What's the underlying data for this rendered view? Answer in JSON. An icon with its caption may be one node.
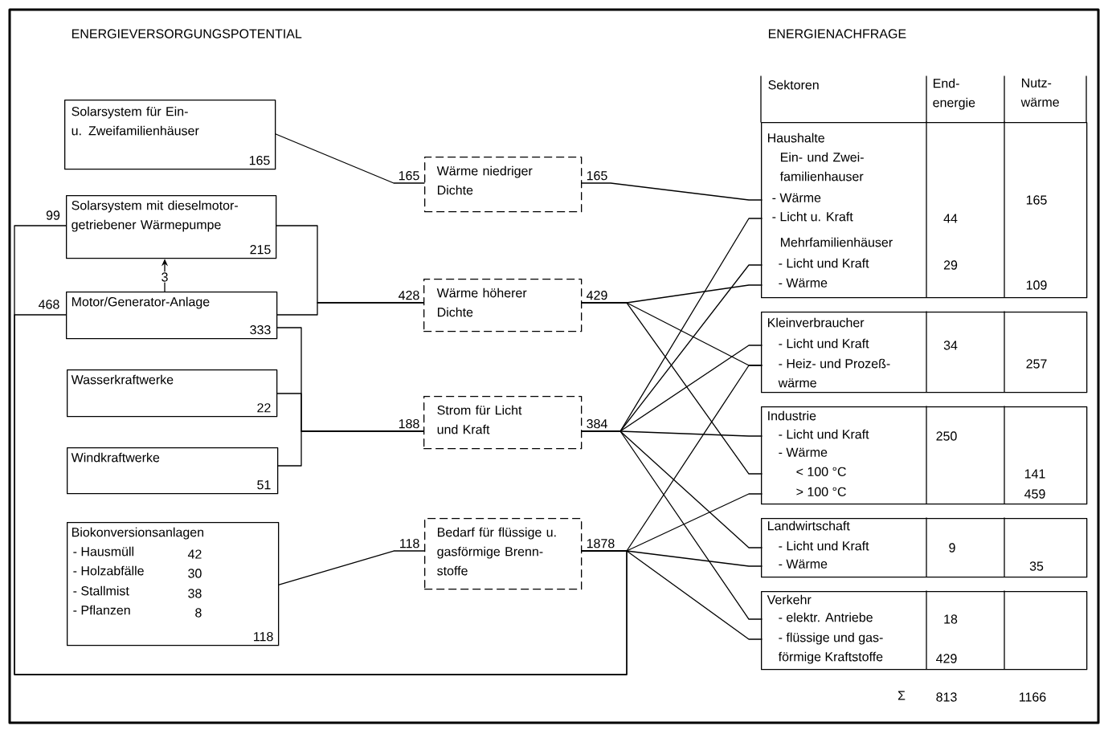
{
  "diagram": {
    "nodes": [
      {
        "text": [
          "Solarsystem für Ein- u. Zweifamilienhäuser",
          "165"
        ]
      },
      {
        "text": [
          "Solarsystem mit dieselmotor- getriebener Wärmepumpe",
          "215"
        ]
      },
      {
        "text": [
          "Motor/Generator-Anlage",
          "333"
        ]
      },
      {
        "text": [
          "Wasserkraftwerke",
          "22"
        ]
      },
      {
        "text": [
          "Windkraftwerke",
          "51"
        ]
      },
      {
        "text": [
          "Biokonversionsanlagen",
          "- Hausmüll",
          "42",
          "- Holzabfälle",
          "30",
          "- Stallmist",
          "38",
          "- Pflanzen",
          "8",
          "118"
        ]
      },
      {
        "text": [
          "Wärme niedriger Dichte"
        ],
        "beside": [
          "165",
          "165"
        ]
      },
      {
        "text": [
          "Wärme höherer Dichte"
        ],
        "beside": [
          "428",
          "429"
        ]
      },
      {
        "text": [
          "Strom für Licht und Kraft"
        ],
        "beside": [
          "188",
          "384"
        ]
      },
      {
        "text": [
          "Bedarf für flüssige u. gasförmige Brenn- stoffe"
        ],
        "beside": [
          "118",
          "1878"
        ]
      },
      {
        "text": [
          "Haushalte",
          "Ein- und Zwei- familienhauser",
          "Mehrfamilienhäuser"
        ]
      },
      {
        "text": [
          "- Wärme"
        ],
        "in": 10
      },
      {
        "text": [
          "- Licht u. Kraft"
        ],
        "in": 10
      },
      {
        "text": [
          "- Licht und Kraft"
        ],
        "in": 10
      },
      {
        "text": [
          "- Wärme"
        ],
        "in": 10
      },
      {
        "text": [
          "Kleinverbraucher"
        ]
      },
      {
        "text": [
          "- Licht und Kraft"
        ],
        "in": 15
      },
      {
        "text": [
          "- Heiz- und Prozeß- wärme"
        ],
        "in": 15
      },
      {
        "text": [
          "Industrie",
          "- Wärme"
        ]
      },
      {
        "text": [
          "- Licht und Kraft"
        ],
        "in": 18
      },
      {
        "text": [
          "< 100 °C"
        ],
        "in": 18
      },
      {
        "text": [
          "> 100 °C"
        ],
        "in": 18
      },
      {
        "text": [
          "Landwirtschaft"
        ]
      },
      {
        "text": [
          "- Licht und Kraft"
        ],
        "in": 22
      },
      {
        "text": [
          "- Wärme"
        ],
        "in": 22
      },
      {
        "text": [
          "Verkehr"
        ]
      },
      {
        "text": [
          "- elektr. Antriebe"
        ],
        "in": 25
      },
      {
        "text": [
          "- flüssige und gas- förmige Kraftstoffe"
        ],
        "in": 25
      }
    ],
    "edges": [
      {
        "from": 0,
        "to": 6,
        "arrow": "none"
      },
      {
        "from": 1,
        "to": 7,
        "arrow": "none"
      },
      {
        "from": 2,
        "to": 7,
        "arrow": "none"
      },
      {
        "from": 2,
        "to": 1,
        "arrow": "to",
        "label": "3"
      },
      {
        "from": 2,
        "to": 8,
        "arrow": "none"
      },
      {
        "from": 3,
        "to": 8,
        "arrow": "none"
      },
      {
        "from": 4,
        "to": 8,
        "arrow": "none"
      },
      {
        "from": 5,
        "to": 9,
        "arrow": "none"
      },
      {
        "from": 6,
        "to": 11,
        "arrow": "none"
      },
      {
        "from": 7,
        "to": 14,
        "arrow": "none"
      },
      {
        "from": 7,
        "to": 17,
        "arrow": "none"
      },
      {
        "from": 7,
        "to": 20,
        "arrow": "none"
      },
      {
        "from": 8,
        "to": 12,
        "arrow": "none"
      },
      {
        "from": 8,
        "to": 13,
        "arrow": "none"
      },
      {
        "from": 8,
        "to": 16,
        "arrow": "none"
      },
      {
        "from": 8,
        "to": 19,
        "arrow": "none"
      },
      {
        "from": 8,
        "to": 23,
        "arrow": "none"
      },
      {
        "from": 8,
        "to": 26,
        "arrow": "none"
      },
      {
        "from": 9,
        "to": 17,
        "arrow": "none"
      },
      {
        "from": 9,
        "to": 21,
        "arrow": "none"
      },
      {
        "from": 9,
        "to": 24,
        "arrow": "none"
      },
      {
        "from": 9,
        "to": 27,
        "arrow": "none"
      },
      {
        "from": 9,
        "to": 2,
        "arrow": "none",
        "label": "468"
      },
      {
        "from": 9,
        "to": 1,
        "arrow": "none",
        "label": "99"
      }
    ],
    "labels": [
      "ENERGIEVERSORGUNGSPOTENTIAL",
      "ENERGIENACHFRAGE",
      "Sektoren",
      "End- energie",
      "Nutz- wärme",
      "165",
      "44",
      "29",
      "109",
      "34",
      "257",
      "250",
      "141",
      "459",
      "9",
      "35",
      "18",
      "429",
      "Σ",
      "813",
      "1166"
    ]
  }
}
